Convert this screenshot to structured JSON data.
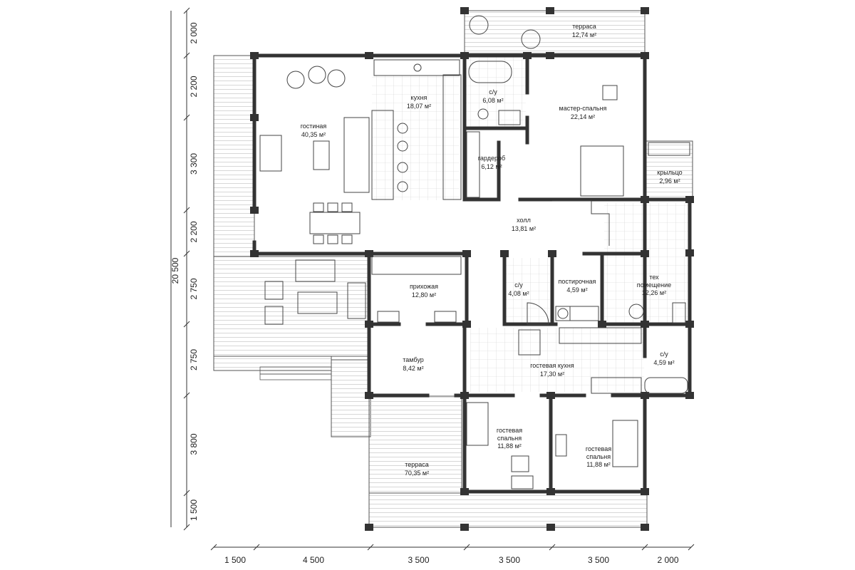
{
  "rooms": [
    {
      "id": "terrace-top",
      "name": "терраса",
      "area": "12,74 м²"
    },
    {
      "id": "kitchen",
      "name": "кухня",
      "area": "18,07 м²"
    },
    {
      "id": "bath-master",
      "name": "с/у",
      "area": "6,08 м²"
    },
    {
      "id": "master-bedroom",
      "name": "мастер-спальня",
      "area": "22,14 м²"
    },
    {
      "id": "living",
      "name": "гостиная",
      "area": "40,35 м²"
    },
    {
      "id": "wardrobe",
      "name": "гардероб",
      "area": "6,12 м²"
    },
    {
      "id": "porch",
      "name": "крыльцо",
      "area": "2,96 м²"
    },
    {
      "id": "hall",
      "name": "холл",
      "area": "13,81 м²"
    },
    {
      "id": "entry",
      "name": "прихожая",
      "area": "12,80 м²"
    },
    {
      "id": "bath-2",
      "name": "с/у",
      "area": "4,08 м²"
    },
    {
      "id": "laundry",
      "name": "постирочная",
      "area": "4,59 м²"
    },
    {
      "id": "tech",
      "name": "тех помещение",
      "line1": "тех",
      "line2": "помещение",
      "area": "12,26 м²"
    },
    {
      "id": "vestibule",
      "name": "тамбур",
      "area": "8,42 м²"
    },
    {
      "id": "guest-kitchen",
      "name": "гостевая кухня",
      "area": "17,30 м²"
    },
    {
      "id": "bath-3",
      "name": "с/у",
      "area": "4,59 м²"
    },
    {
      "id": "guest-bedroom-1",
      "name": "гостевая спальня",
      "line1": "гостевая",
      "line2": "спальня",
      "area": "11,88 м²"
    },
    {
      "id": "guest-bedroom-2",
      "name": "гостевая спальня",
      "line1": "гостевая",
      "line2": "спальня",
      "area": "11,88 м²"
    },
    {
      "id": "terrace-main",
      "name": "терраса",
      "area": "70,35 м²"
    }
  ],
  "dimensions": {
    "horizontal": [
      "1 500",
      "4 500",
      "3 500",
      "3 500",
      "3 500",
      "2 000"
    ],
    "vertical": [
      "2 000",
      "2 200",
      "3 300",
      "2 200",
      "2 750",
      "2 750",
      "3 800",
      "1 500"
    ],
    "total_vertical": "20 500"
  }
}
